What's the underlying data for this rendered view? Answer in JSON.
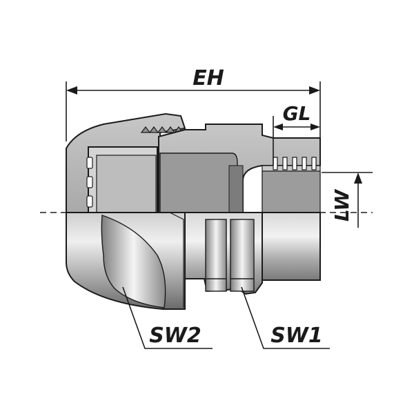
{
  "dimensions": {
    "eh": "EH",
    "gl": "GL",
    "lw": "LW",
    "sw1": "SW1",
    "sw2": "SW2"
  },
  "colors": {
    "outline": "#1a1a1a",
    "section": "#b9b9b9",
    "section_dark": "#8c8c8c",
    "metal_light": "#e6e6e6",
    "metal_mid": "#a8a8a8",
    "metal_dark": "#6e6e6e"
  }
}
